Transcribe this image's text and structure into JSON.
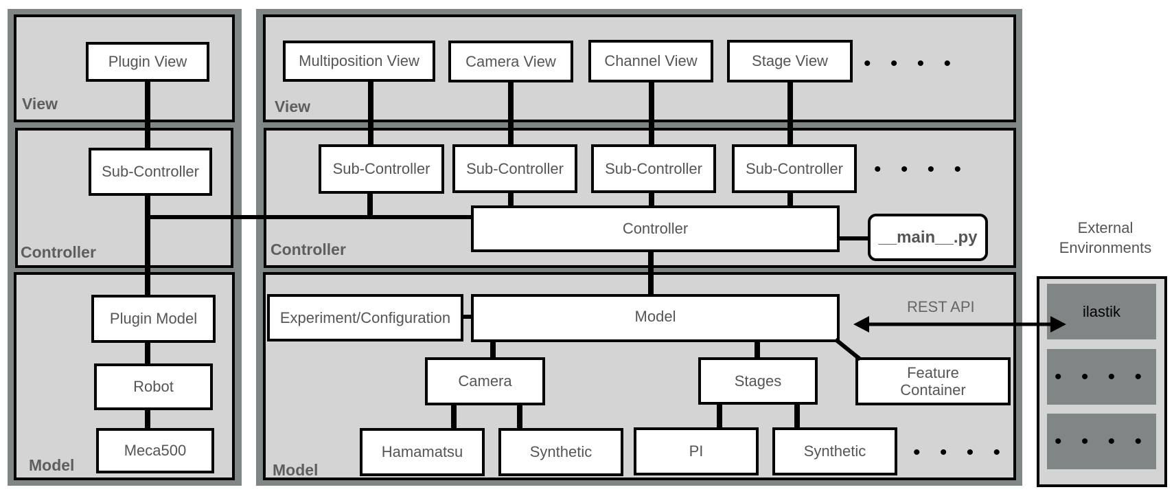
{
  "plugin_column": {
    "view_label": "View",
    "controller_label": "Controller",
    "model_label": "Model",
    "plugin_view": "Plugin View",
    "sub_controller": "Sub-Controller",
    "plugin_model": "Plugin Model",
    "robot": "Robot",
    "meca500": "Meca500"
  },
  "main_column": {
    "view_label": "View",
    "controller_label": "Controller",
    "model_label": "Model",
    "views": [
      "Multiposition View",
      "Camera View",
      "Channel View",
      "Stage View"
    ],
    "sub_controllers": [
      "Sub-Controller",
      "Sub-Controller",
      "Sub-Controller",
      "Sub-Controller"
    ],
    "ellipsis": "• • • •",
    "controller": "Controller",
    "main_py": "__main__.py",
    "model": "Model",
    "experiment_config": "Experiment/Configuration",
    "camera": "Camera",
    "stages": "Stages",
    "feature_container": "Feature Container",
    "camera_children": [
      "Hamamatsu",
      "Synthetic"
    ],
    "stage_children": [
      "PI",
      "Synthetic"
    ]
  },
  "rest_api_label": "REST API",
  "external": {
    "title_line1": "External",
    "title_line2": "Environments",
    "items": [
      "ilastik",
      "• • • •",
      "• • • •"
    ]
  },
  "colors": {
    "outer_gray": "#808585",
    "layer_gray": "#d4d4d4",
    "box_white": "#ffffff",
    "line_black": "#000000"
  }
}
